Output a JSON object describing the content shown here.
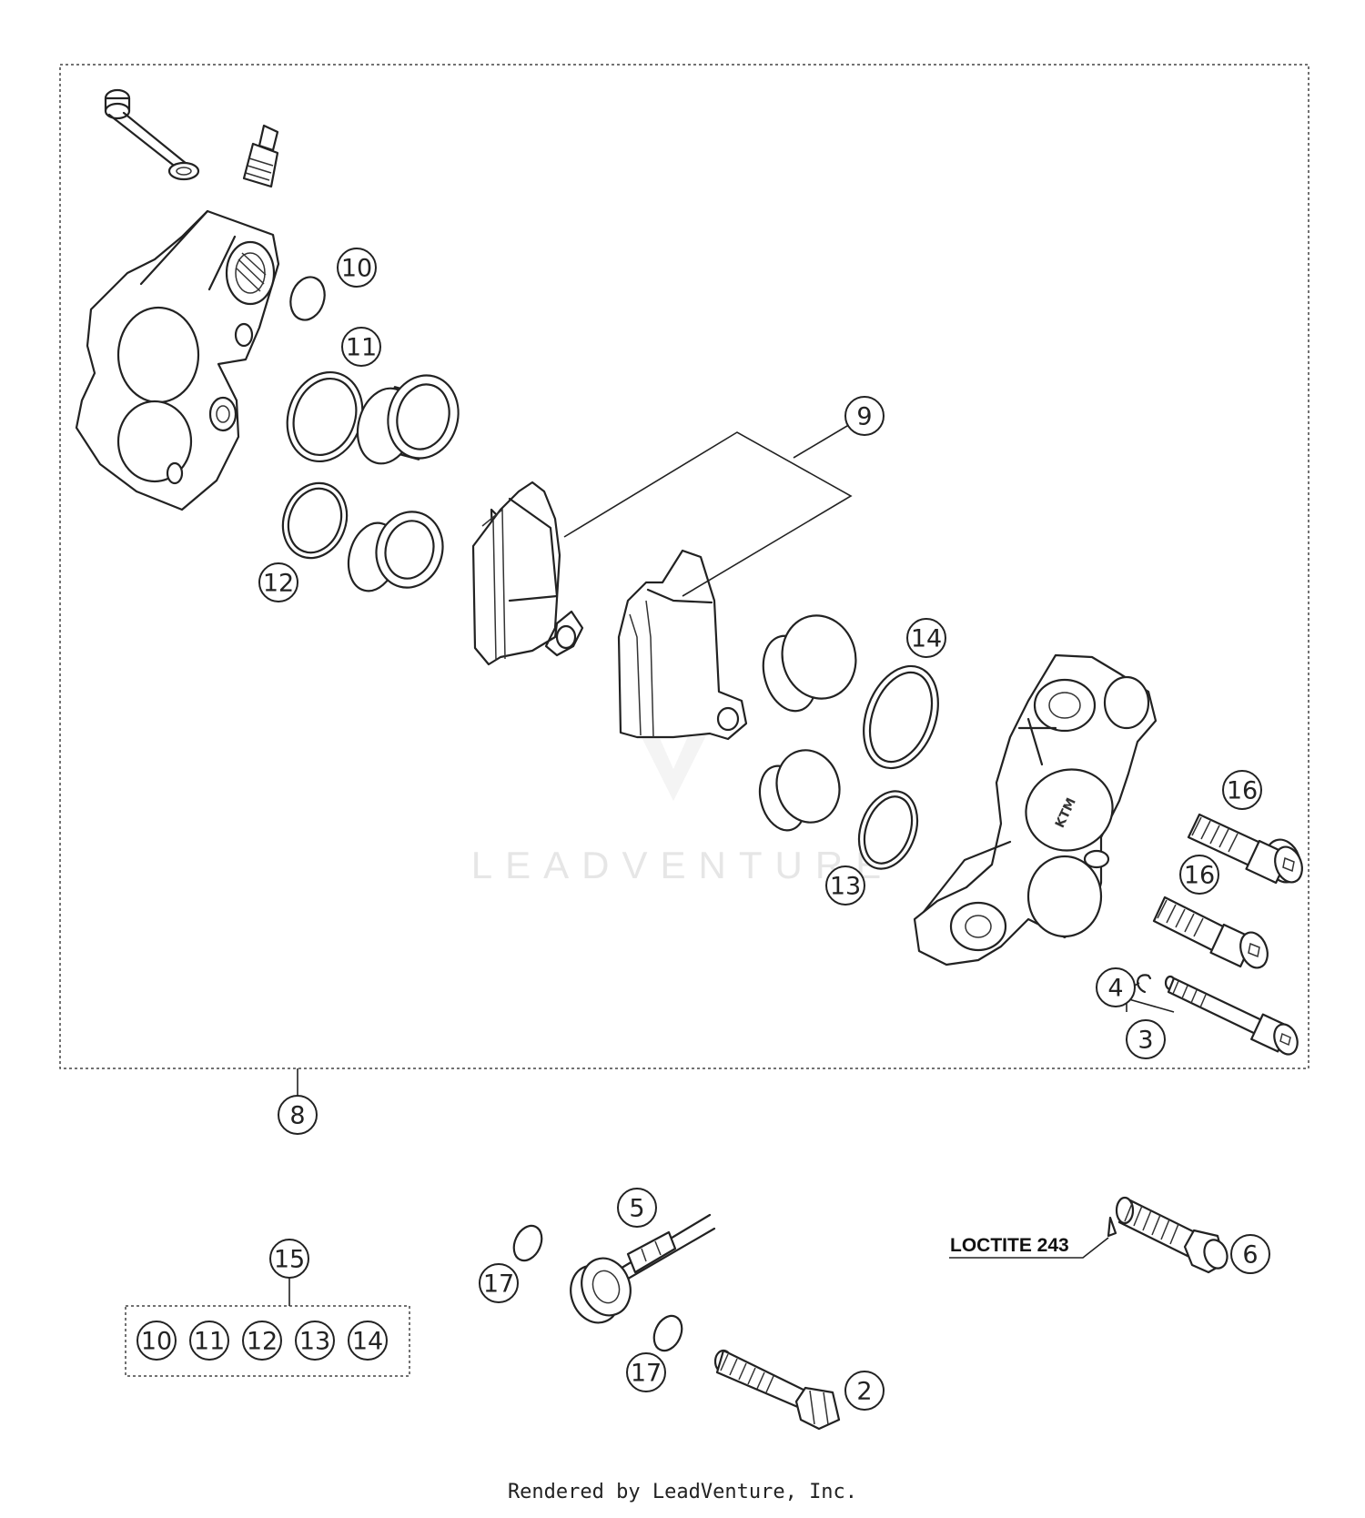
{
  "callouts": {
    "c2": "2",
    "c3": "3",
    "c4": "4",
    "c5": "5",
    "c6": "6",
    "c8": "8",
    "c9": "9",
    "c10": "10",
    "c11": "11",
    "c12": "12",
    "c13": "13",
    "c14": "14",
    "c15": "15",
    "c16a": "16",
    "c16b": "16",
    "c17a": "17",
    "c17b": "17"
  },
  "kit_contents": [
    "10",
    "11",
    "12",
    "13",
    "14"
  ],
  "loctite_label": "LOCTITE 243",
  "caliper_brand": "KTM",
  "watermark": "LEADVENTURE",
  "footer": "Rendered by LeadVenture, Inc."
}
